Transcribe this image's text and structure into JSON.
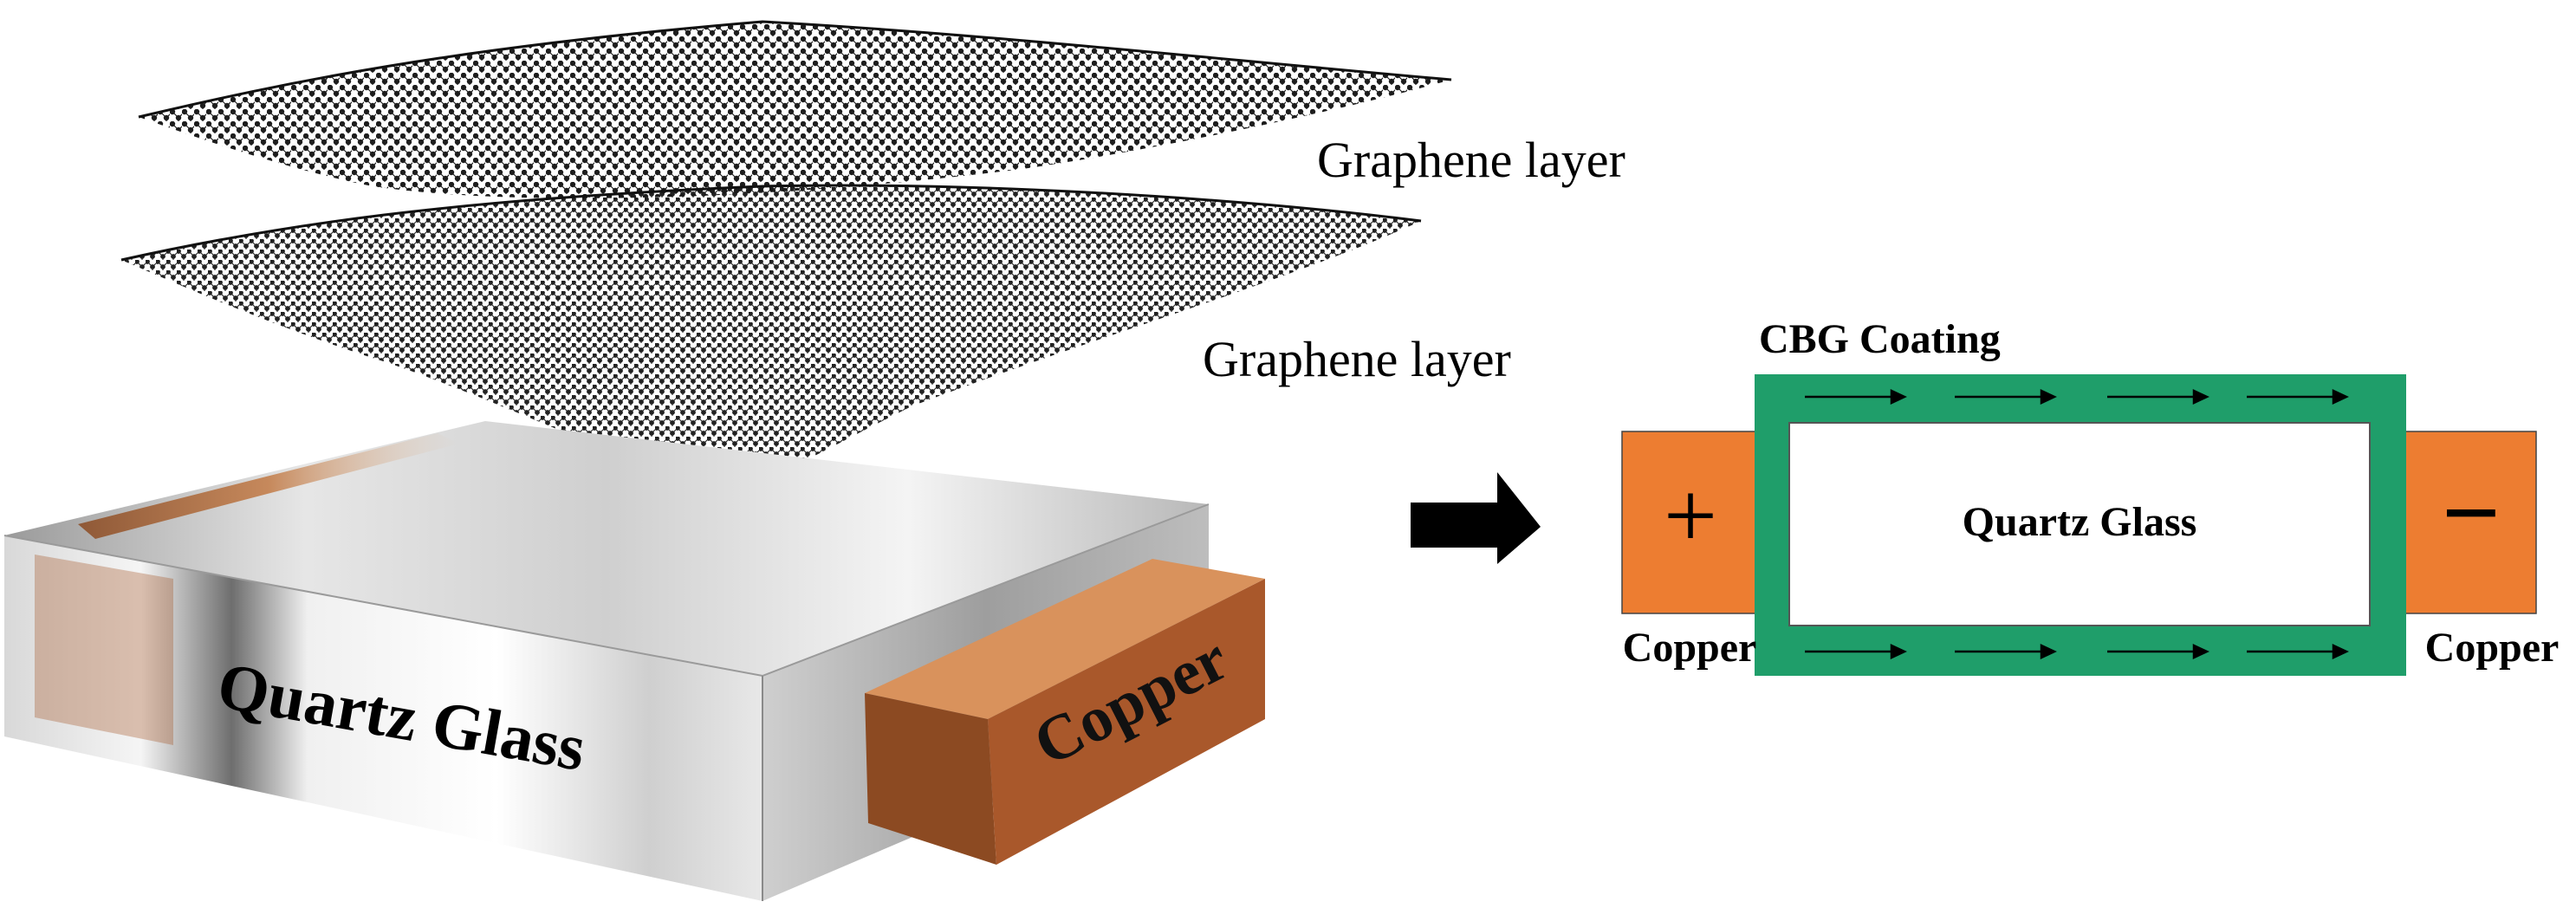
{
  "left_panel": {
    "graphene_layer_top_label": "Graphene layer",
    "graphene_layer_bottom_label": "Graphene layer",
    "quartz_glass_label": "Quartz Glass",
    "copper_label": "Copper"
  },
  "right_panel": {
    "coating_label": "CBG Coating",
    "quartz_glass_label": "Quartz Glass",
    "left_electrode_label": "Copper",
    "right_electrode_label": "Copper",
    "positive_sign": "+",
    "negative_sign": "−"
  },
  "colors": {
    "copper_orange": "#ED7D31",
    "coating_green": "#1F9E6A",
    "copper_block_face": "#A9582B",
    "copper_block_top": "#D9925C",
    "arrow_black": "#000000"
  }
}
